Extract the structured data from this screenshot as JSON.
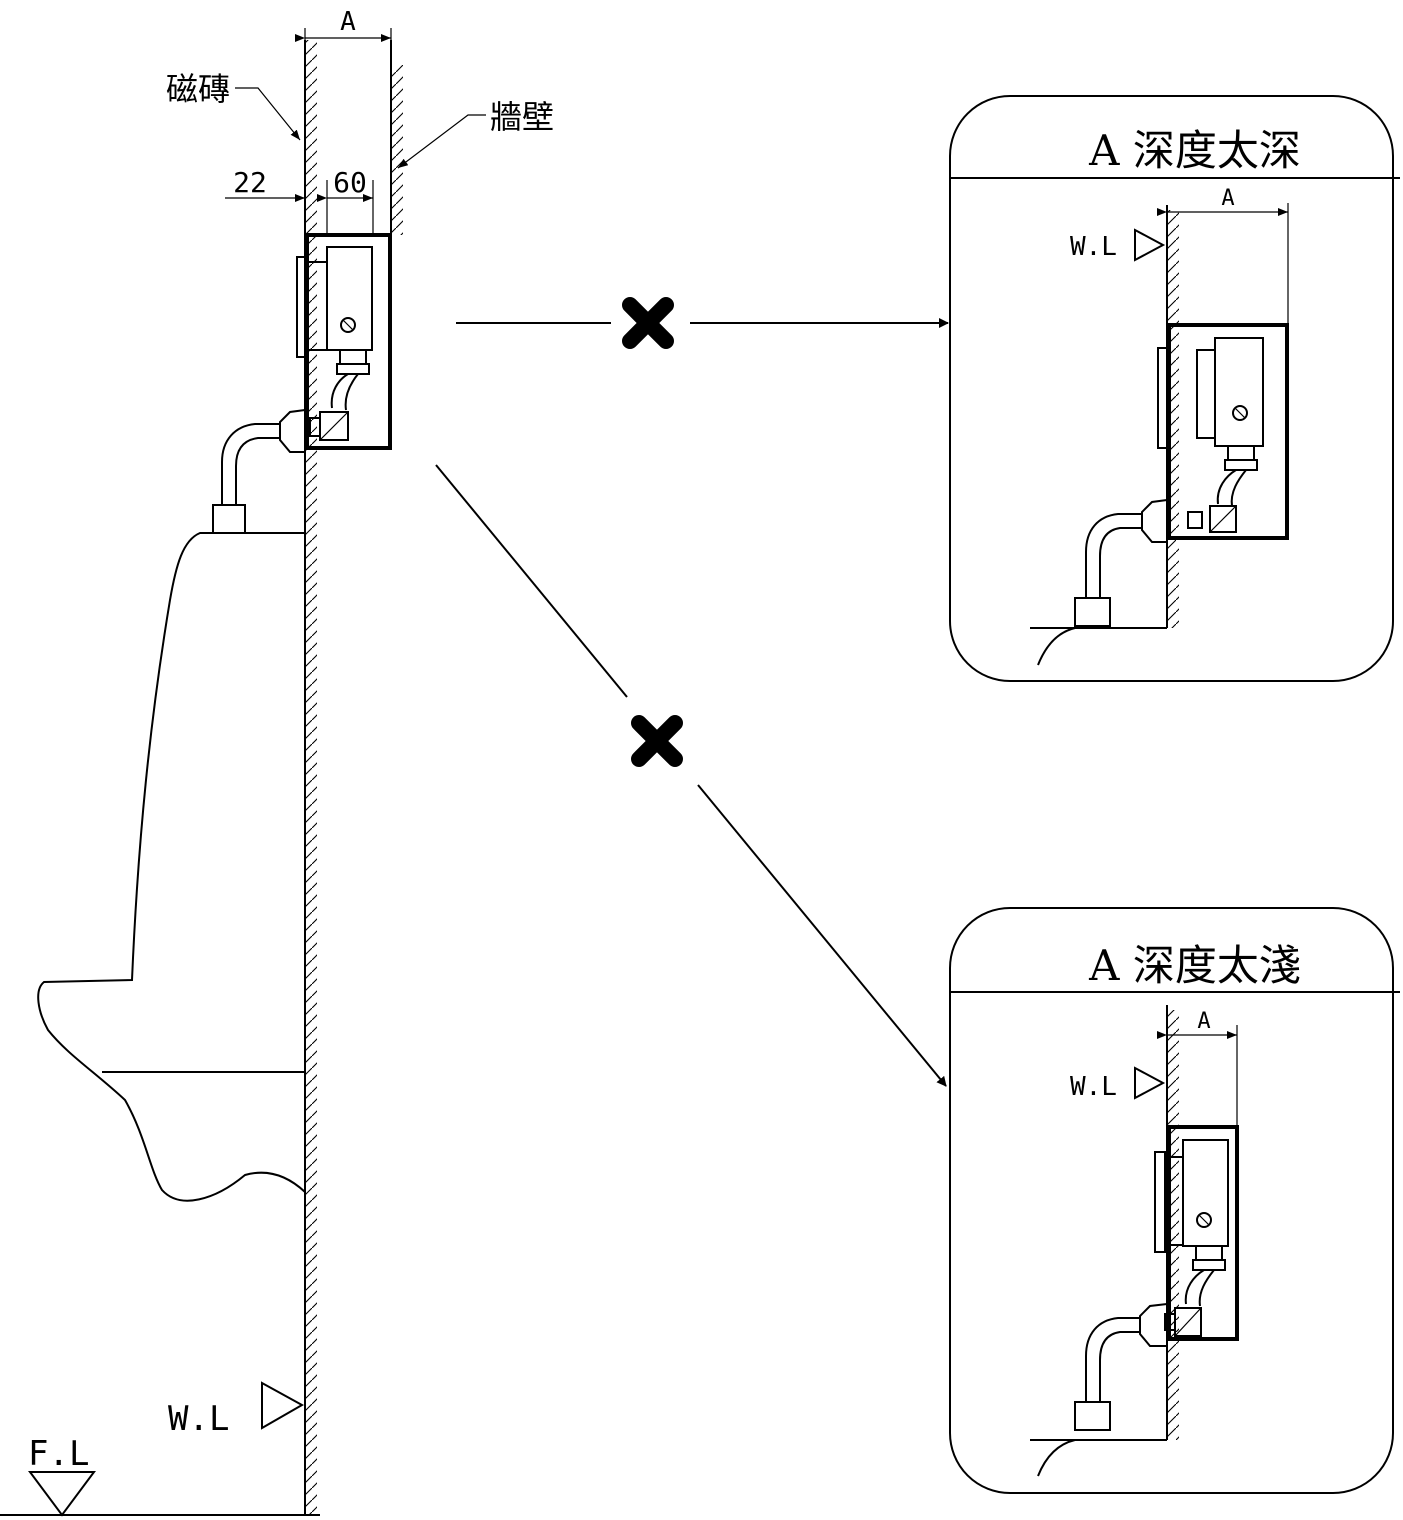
{
  "labels": {
    "tile": "磁磚",
    "wall": "牆壁",
    "dim_A": "A",
    "dim_22": "22",
    "dim_60": "60",
    "water_level": "W.L",
    "floor_level": "F.L"
  },
  "panels": [
    {
      "title": "A 深度太深",
      "dim": "A",
      "wl": "W.L"
    },
    {
      "title": "A 深度太淺",
      "dim": "A",
      "wl": "W.L"
    }
  ],
  "colors": {
    "line": "#000000",
    "background": "#ffffff"
  },
  "icons": {
    "wrong": "x-mark-icon",
    "arrow": "arrow-icon"
  }
}
